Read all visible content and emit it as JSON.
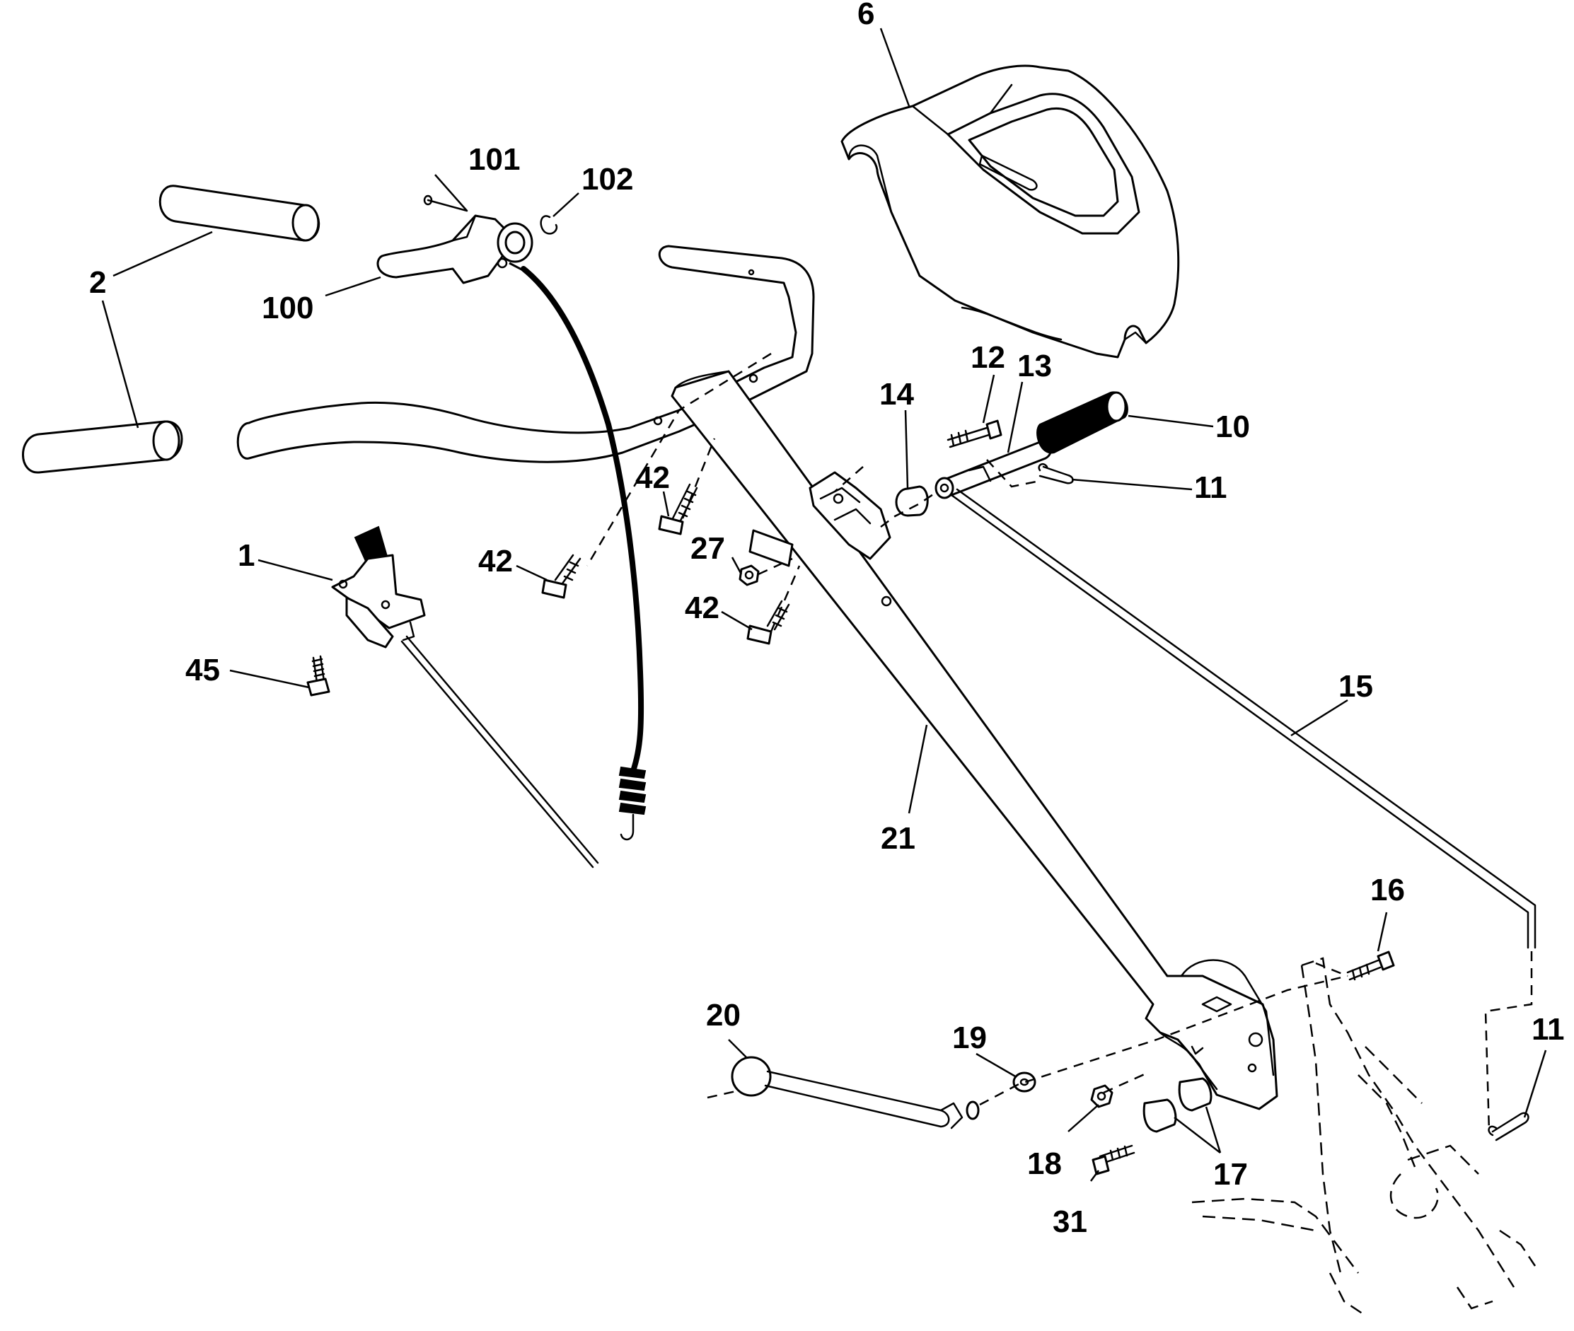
{
  "callouts": [
    {
      "id": "c1",
      "label": "1"
    },
    {
      "id": "c2",
      "label": "2"
    },
    {
      "id": "c6",
      "label": "6"
    },
    {
      "id": "c10",
      "label": "10"
    },
    {
      "id": "c11a",
      "label": "11"
    },
    {
      "id": "c11b",
      "label": "11"
    },
    {
      "id": "c12",
      "label": "12"
    },
    {
      "id": "c13",
      "label": "13"
    },
    {
      "id": "c14",
      "label": "14"
    },
    {
      "id": "c15",
      "label": "15"
    },
    {
      "id": "c16",
      "label": "16"
    },
    {
      "id": "c17",
      "label": "17"
    },
    {
      "id": "c18",
      "label": "18"
    },
    {
      "id": "c19",
      "label": "19"
    },
    {
      "id": "c20",
      "label": "20"
    },
    {
      "id": "c21",
      "label": "21"
    },
    {
      "id": "c27",
      "label": "27"
    },
    {
      "id": "c31",
      "label": "31"
    },
    {
      "id": "c42a",
      "label": "42"
    },
    {
      "id": "c42b",
      "label": "42"
    },
    {
      "id": "c42c",
      "label": "42"
    },
    {
      "id": "c45",
      "label": "45"
    },
    {
      "id": "c100",
      "label": "100"
    },
    {
      "id": "c101",
      "label": "101"
    },
    {
      "id": "c102",
      "label": "102"
    }
  ]
}
